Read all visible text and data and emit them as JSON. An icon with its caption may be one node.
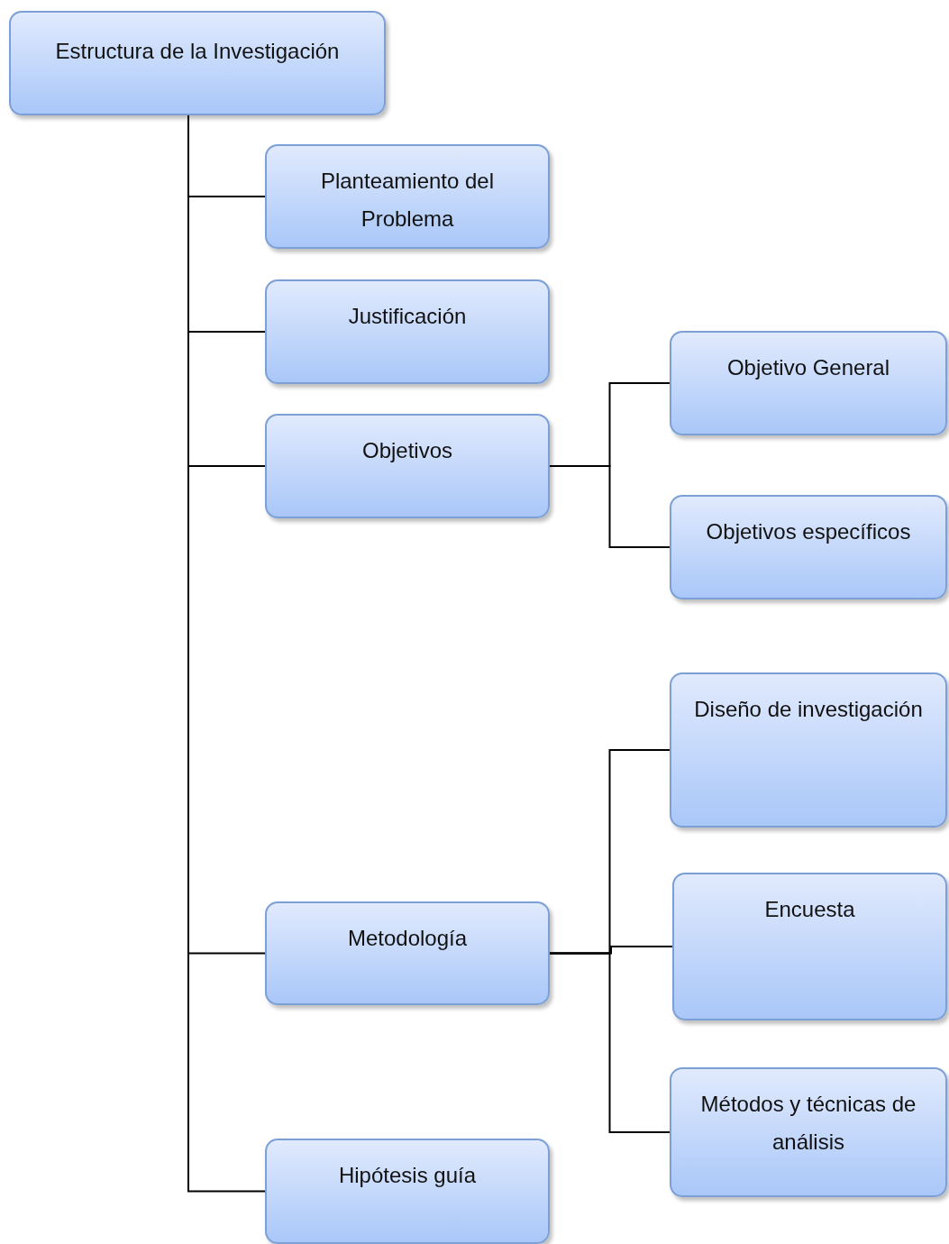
{
  "diagram": {
    "nodes": [
      {
        "text": [
          "Estructura de la Investigación"
        ]
      },
      {
        "text": [
          "Planteamiento del Problema"
        ]
      },
      {
        "text": [
          "Justificación"
        ]
      },
      {
        "text": [
          "Objetivos"
        ]
      },
      {
        "text": [
          "Objetivo General"
        ]
      },
      {
        "text": [
          "Objetivos específicos"
        ]
      },
      {
        "text": [
          "Metodología"
        ]
      },
      {
        "text": [
          "Diseño de investigación"
        ]
      },
      {
        "text": [
          "Encuesta"
        ]
      },
      {
        "text": [
          "Métodos y técnicas de análisis"
        ]
      },
      {
        "text": [
          "Hipótesis guía"
        ]
      }
    ],
    "edges": [
      {
        "from": 0,
        "to": 1,
        "arrow": "none"
      },
      {
        "from": 0,
        "to": 2,
        "arrow": "none"
      },
      {
        "from": 0,
        "to": 3,
        "arrow": "none"
      },
      {
        "from": 0,
        "to": 6,
        "arrow": "none"
      },
      {
        "from": 0,
        "to": 10,
        "arrow": "none"
      },
      {
        "from": 3,
        "to": 4,
        "arrow": "none"
      },
      {
        "from": 3,
        "to": 5,
        "arrow": "none"
      },
      {
        "from": 6,
        "to": 7,
        "arrow": "none"
      },
      {
        "from": 6,
        "to": 8,
        "arrow": "none"
      },
      {
        "from": 6,
        "to": 9,
        "arrow": "none"
      }
    ]
  }
}
